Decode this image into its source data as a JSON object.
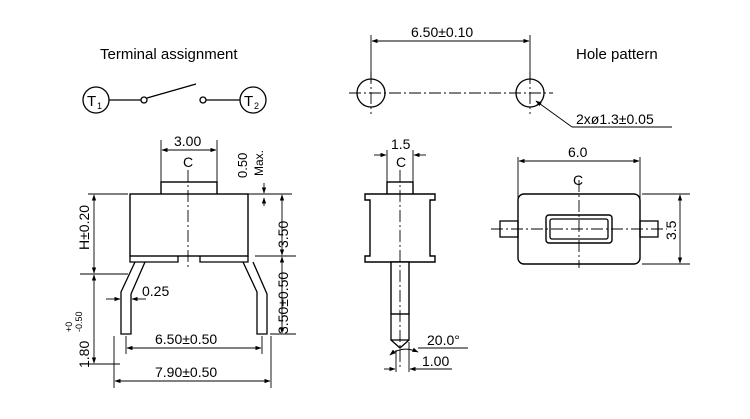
{
  "labels": {
    "terminal_assignment": "Terminal assignment",
    "hole_pattern": "Hole pattern",
    "t1": "T",
    "t1_sub": "1",
    "t2": "T",
    "t2_sub": "2",
    "centerline_symbol": "C",
    "centerline_symbol_2": "C",
    "centerline_symbol_3": "C"
  },
  "dimensions": {
    "hole_pitch": "6.50±0.10",
    "hole_dia": "2xø1.3±0.05",
    "button_width": "3.00",
    "button_height_max": "0.50",
    "button_height_max_unit": "Max.",
    "height_tol": "H±0.20",
    "height_tol_line2": "",
    "body_height": "3.50",
    "lead_height": "3.50±0.50",
    "lead_thickness": "0.25",
    "lead_length": "1.80",
    "lead_length_tol": "+0\n-0.50",
    "lead_pitch": "6.50±0.50",
    "overall_width": "7.90±0.50",
    "side_button_width": "1.5",
    "lead_angle": "20.0°",
    "lead_tip": "1.00",
    "top_width": "6.0",
    "top_depth": "3.5"
  }
}
